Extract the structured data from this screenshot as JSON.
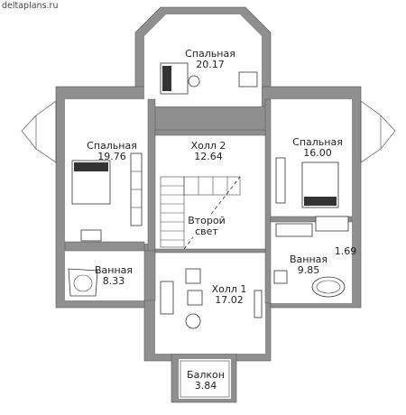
{
  "watermark": "deltaplans.ru",
  "rooms": [
    {
      "id": "bedroom-top",
      "name": "Спальная",
      "area": "20.17"
    },
    {
      "id": "bedroom-left",
      "name": "Спальная",
      "area": "19.76"
    },
    {
      "id": "hall-2",
      "name": "Холл 2",
      "area": "12.64"
    },
    {
      "id": "bedroom-right",
      "name": "Спальная",
      "area": "16.00"
    },
    {
      "id": "second-light",
      "name": "Второй",
      "area": "свет"
    },
    {
      "id": "bath-left",
      "name": "Ванная",
      "area": "8.33"
    },
    {
      "id": "hall-1",
      "name": "Холл 1",
      "area": "17.02"
    },
    {
      "id": "bath-right",
      "name": "Ванная",
      "area": "9.85"
    },
    {
      "id": "balcony",
      "name": "Балкон",
      "area": "3.84"
    }
  ],
  "extra_labels": {
    "small_room_area": "1.69"
  },
  "colors": {
    "wall": "#8f8f8f",
    "outline": "#444444",
    "background": "#ffffff"
  }
}
